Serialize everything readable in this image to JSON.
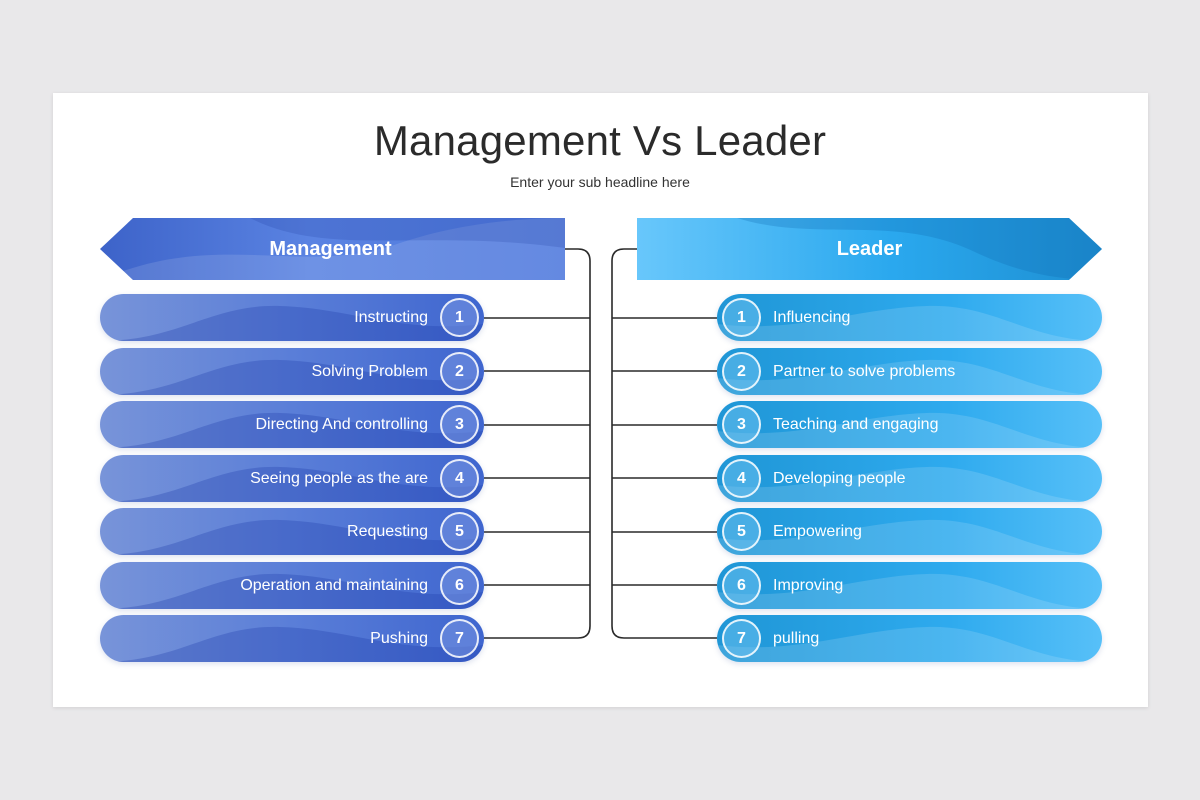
{
  "slide": {
    "title": "Management Vs Leader",
    "subtitle": "Enter your sub headline here"
  },
  "management": {
    "header": "Management",
    "color": "#4a6fd6",
    "items": [
      {
        "number": "1",
        "label": "Instructing"
      },
      {
        "number": "2",
        "label": "Solving Problem"
      },
      {
        "number": "3",
        "label": "Directing And controlling"
      },
      {
        "number": "4",
        "label": "Seeing people as the are"
      },
      {
        "number": "5",
        "label": "Requesting"
      },
      {
        "number": "6",
        "label": "Operation and maintaining"
      },
      {
        "number": "7",
        "label": "Pushing"
      }
    ]
  },
  "leader": {
    "header": "Leader",
    "color": "#2aa8ee",
    "items": [
      {
        "number": "1",
        "label": "Influencing"
      },
      {
        "number": "2",
        "label": "Partner to solve problems"
      },
      {
        "number": "3",
        "label": "Teaching and engaging"
      },
      {
        "number": "4",
        "label": "Developing people"
      },
      {
        "number": "5",
        "label": "Empowering"
      },
      {
        "number": "6",
        "label": "Improving"
      },
      {
        "number": "7",
        "label": "pulling"
      }
    ]
  }
}
